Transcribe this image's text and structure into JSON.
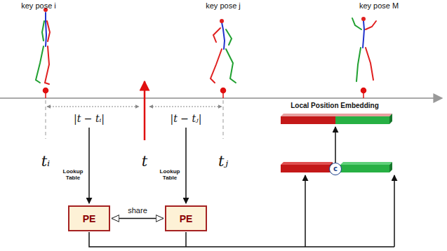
{
  "diagram": {
    "nodes": [
      {
        "text": [
          "PE"
        ]
      },
      {
        "text": [
          "PE"
        ]
      },
      {
        "text": [
          "c"
        ]
      }
    ],
    "edges": [
      {
        "from": 0,
        "to": 1,
        "arrow": "both",
        "label": "share"
      }
    ],
    "labels": [
      "key pose i",
      "key pose j",
      "key pose M",
      "|t − tᵢ|",
      "|t − tⱼ|",
      "tᵢ",
      "t",
      "tⱼ",
      "Lookup Table",
      "Lookup Table",
      "Local Position Embedding"
    ]
  }
}
